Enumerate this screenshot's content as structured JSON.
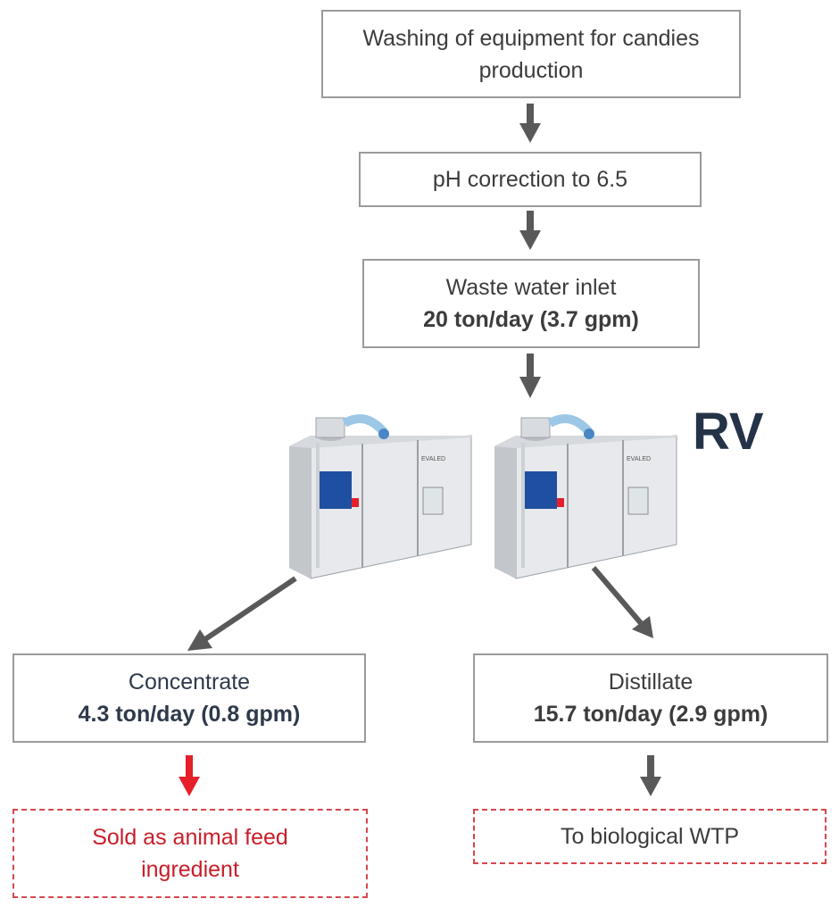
{
  "steps": {
    "washing": "Washing of equipment for candies production",
    "ph": "pH correction to 6.5",
    "inlet_label": "Waste water inlet",
    "inlet_flow": "20 ton/day (3.7 gpm)"
  },
  "evaporator": {
    "label": "RV",
    "brand": "EVALED"
  },
  "outputs": {
    "concentrate_label": "Concentrate",
    "concentrate_flow": "4.3 ton/day (0.8 gpm)",
    "concentrate_dest": "Sold as animal feed ingredient",
    "distillate_label": "Distillate",
    "distillate_flow": "15.7 ton/day (2.9 gpm)",
    "distillate_dest": "To biological WTP"
  },
  "colors": {
    "arrow": "#595959",
    "arrow_red": "#e5202b",
    "dashed_border": "#d4474e",
    "accent_blue": "#1f4fa0"
  }
}
